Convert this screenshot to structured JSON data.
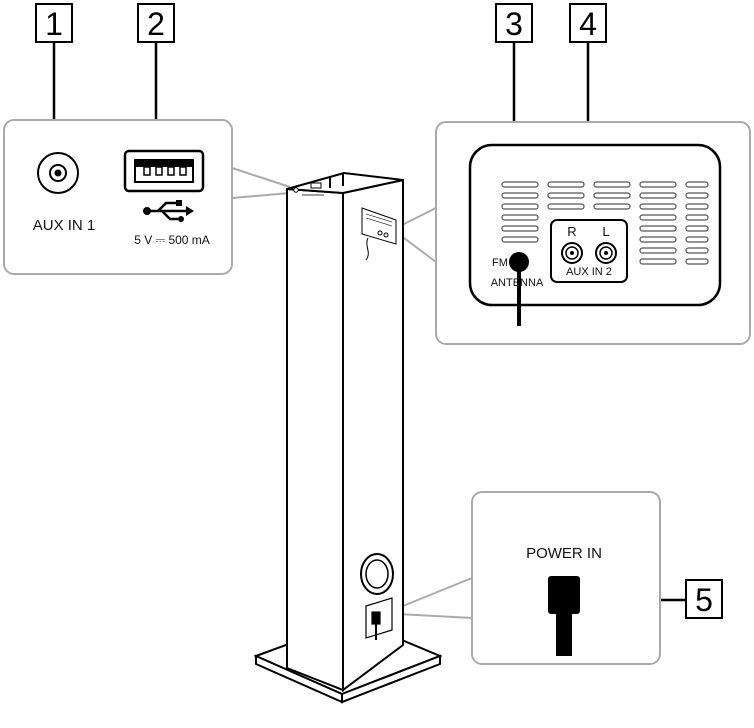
{
  "callouts": {
    "c1": "1",
    "c2": "2",
    "c3": "3",
    "c4": "4",
    "c5": "5"
  },
  "panels": {
    "left": {
      "aux_in_1": "AUX IN 1",
      "usb_rating": "5 V ⎓ 500 mA"
    },
    "right": {
      "fm": "FM",
      "antenna": "ANTENNA",
      "r": "R",
      "l": "L",
      "aux_in_2": "AUX IN 2"
    },
    "bottom": {
      "power_in": "POWER IN"
    }
  },
  "icons": [
    "usb-icon",
    "aux-jack-icon",
    "rca-jack-icon",
    "power-plug-icon"
  ]
}
